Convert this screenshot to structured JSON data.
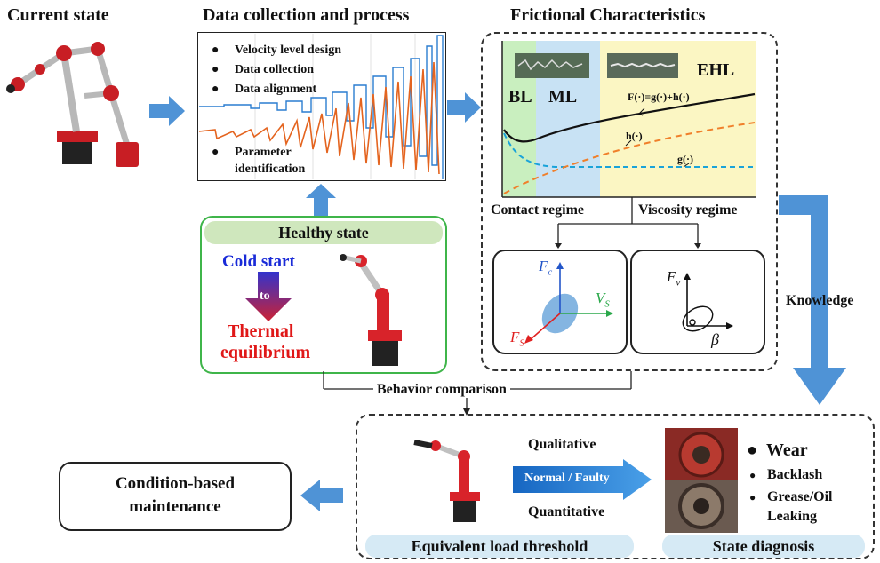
{
  "titles": {
    "current_state": "Current state",
    "data_collection": "Data collection and process",
    "frictional": "Frictional Characteristics"
  },
  "data_panel": {
    "bullets": [
      "Velocity level design",
      "Data collection",
      "Data alignment"
    ],
    "bottom_bullet_line1": "Parameter",
    "bottom_bullet_line2": "identification"
  },
  "friction_plot": {
    "regions": [
      "BL",
      "ML",
      "EHL"
    ],
    "eq_total": "F(·)=g(·)+h(·)",
    "eq_h": "h(·)",
    "eq_g": "g(·)",
    "colors": {
      "bl": "#c9efbf",
      "ml": "#c8e2f4",
      "ehl": "#fbf6c3",
      "total": "#111111",
      "h": "#f07f2a",
      "g": "#1aa3d9"
    }
  },
  "regimes": {
    "contact": "Contact regime",
    "viscosity": "Viscosity regime"
  },
  "contact_axes": {
    "fc": "F",
    "fc_sub": "c",
    "vs": "V",
    "vs_sub": "S",
    "fs": "F",
    "fs_sub": "S"
  },
  "viscosity_axes": {
    "fv": "F",
    "fv_sub": "v",
    "beta": "β"
  },
  "healthy": {
    "title": "Healthy state",
    "cold_start": "Cold start",
    "to": "to",
    "thermal1": "Thermal",
    "thermal2": "equilibrium"
  },
  "knowledge": "Knowledge",
  "behavior_comparison": "Behavior comparison",
  "bottom": {
    "qualitative": "Qualitative",
    "normal_faulty": "Normal / Faulty",
    "quantitative": "Quantitative",
    "equivalent_load": "Equivalent load threshold",
    "state_diagnosis": "State diagnosis",
    "diagnosis_items": [
      "Wear",
      "Backlash",
      "Grease/Oil",
      "Leaking"
    ]
  },
  "maintenance": {
    "line1": "Condition-based",
    "line2": "maintenance"
  },
  "colors": {
    "arrow_blue": "#4f93d6",
    "green_border": "#3fb54a",
    "robot_red": "#d8232a"
  }
}
